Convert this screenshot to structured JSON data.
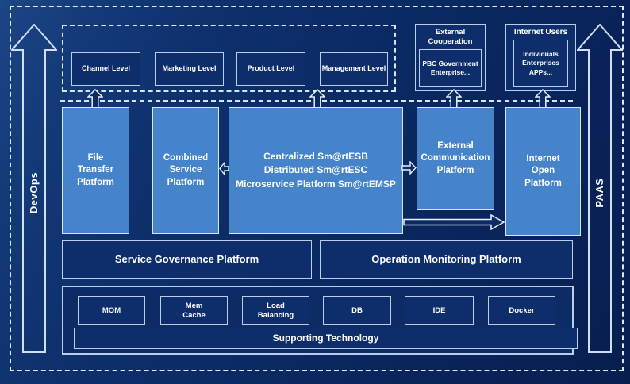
{
  "side_rails": {
    "left_label": "DevOps",
    "right_label": "PAAS"
  },
  "levels": {
    "items": [
      {
        "label": "Channel Level"
      },
      {
        "label": "Marketing Level"
      },
      {
        "label": "Product Level"
      },
      {
        "label": "Management Level"
      }
    ]
  },
  "external_cooperation": {
    "title": "External\nCooperation",
    "members": "PBC Government\nEnterprise..."
  },
  "internet_users": {
    "title": "Internet Users",
    "members": "Individuals\nEnterprises\nAPPs..."
  },
  "platforms": {
    "file_transfer": "File\nTransfer\nPlatform",
    "combined_service": "Combined\nService\nPlatform",
    "core": "Centralized Sm@rtESB\nDistributed Sm@rtESC\nMicroservice Platform Sm@rtEMSP",
    "external_communication": "External\nCommunication\nPlatform",
    "internet_open": "Internet\nOpen\nPlatform"
  },
  "governance": {
    "service_governance": "Service Governance Platform",
    "operation_monitoring": "Operation Monitoring Platform"
  },
  "supporting": {
    "technologies": [
      {
        "label": "MOM"
      },
      {
        "label": "Mem\nCache"
      },
      {
        "label": "Load\nBalancing"
      },
      {
        "label": "DB"
      },
      {
        "label": "IDE"
      },
      {
        "label": "Docker"
      }
    ],
    "label": "Supporting Technology"
  },
  "colors": {
    "background": "#0a2a63",
    "panel_blue": "#4583cb",
    "box_navy": "#0e2e6b",
    "border_light": "#b7cfec",
    "text": "#ffffff"
  }
}
